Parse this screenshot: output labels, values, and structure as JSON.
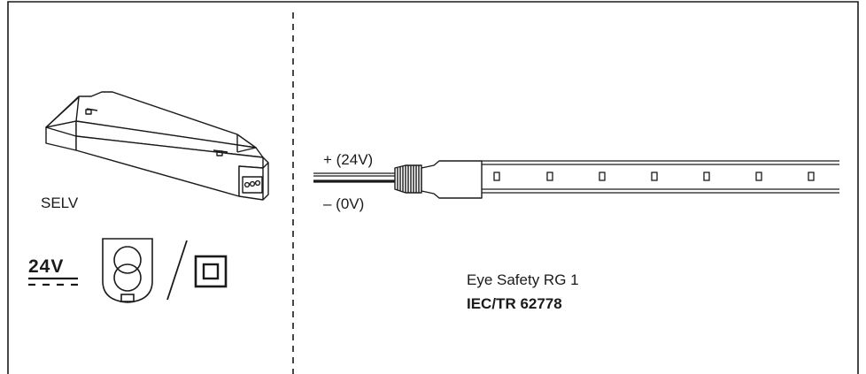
{
  "left_panel": {
    "selv_label": "SELV",
    "voltage_label": "24V",
    "driver_icon": "led-driver-box-icon",
    "transformer_icon": "safety-isolating-transformer-icon",
    "class2_icon": "class-ii-double-insulation-icon"
  },
  "right_panel": {
    "positive_wire_label": "+ (24V)",
    "negative_wire_label": "– (0V)",
    "strip_icon": "led-strip-icon",
    "eye_safety_label": "Eye Safety RG 1",
    "standard_label": "IEC/TR 62778"
  },
  "colors": {
    "line": "#1a1a1a",
    "background": "#ffffff"
  }
}
